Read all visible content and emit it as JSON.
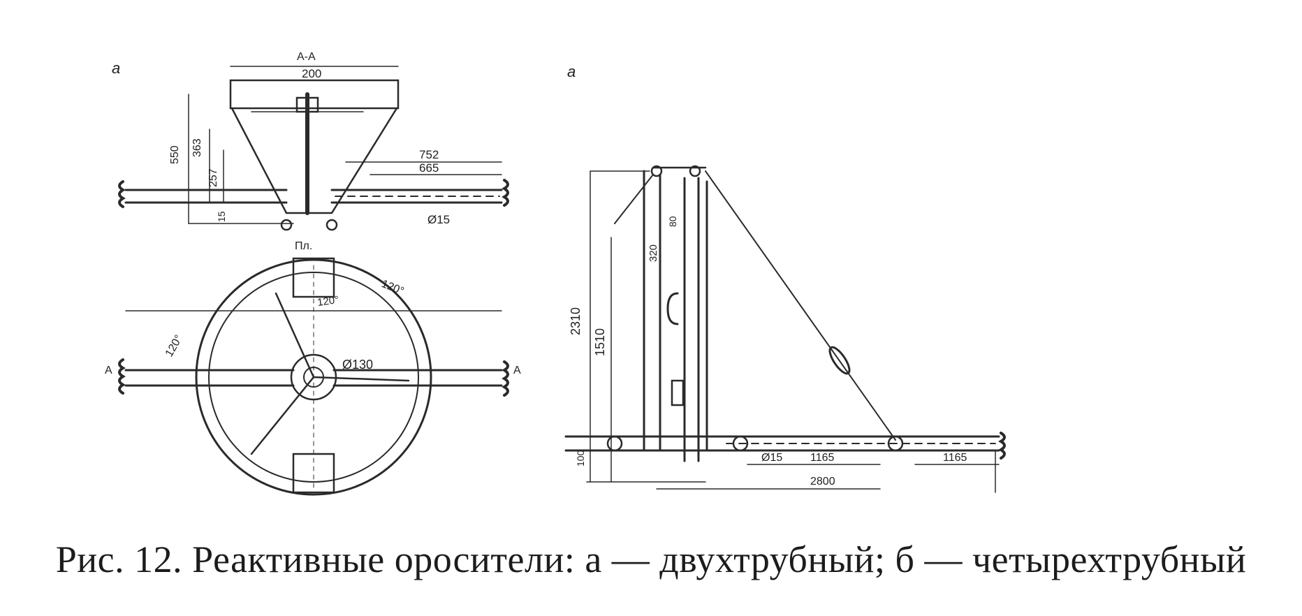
{
  "figure": {
    "caption": "Рис. 12. Реактивные оросители: а — двухтрубный; б — четырехтрубный",
    "panel_a": {
      "label": "а",
      "section_mark": "А-А",
      "dims": {
        "top_width": "200",
        "h_total": "550",
        "h_cone": "363",
        "h_pipe": "257",
        "d_small": "15",
        "arm_752": "752",
        "arm_665": "665",
        "orifice": "Ø15",
        "pin_label": "Пл.",
        "angle_left": "120°",
        "angle_right": "120°",
        "angle_top": "120°",
        "hub_diameter": "Ø130",
        "cut_a": "А"
      }
    },
    "panel_b": {
      "label": "а",
      "dims": {
        "h_total": "2310",
        "h_mid": "1510",
        "h_small": "320",
        "h_top": "80",
        "h_base": "100",
        "orifice": "Ø15",
        "seg_1": "1165",
        "seg_2": "1165",
        "span": "2800"
      }
    }
  }
}
